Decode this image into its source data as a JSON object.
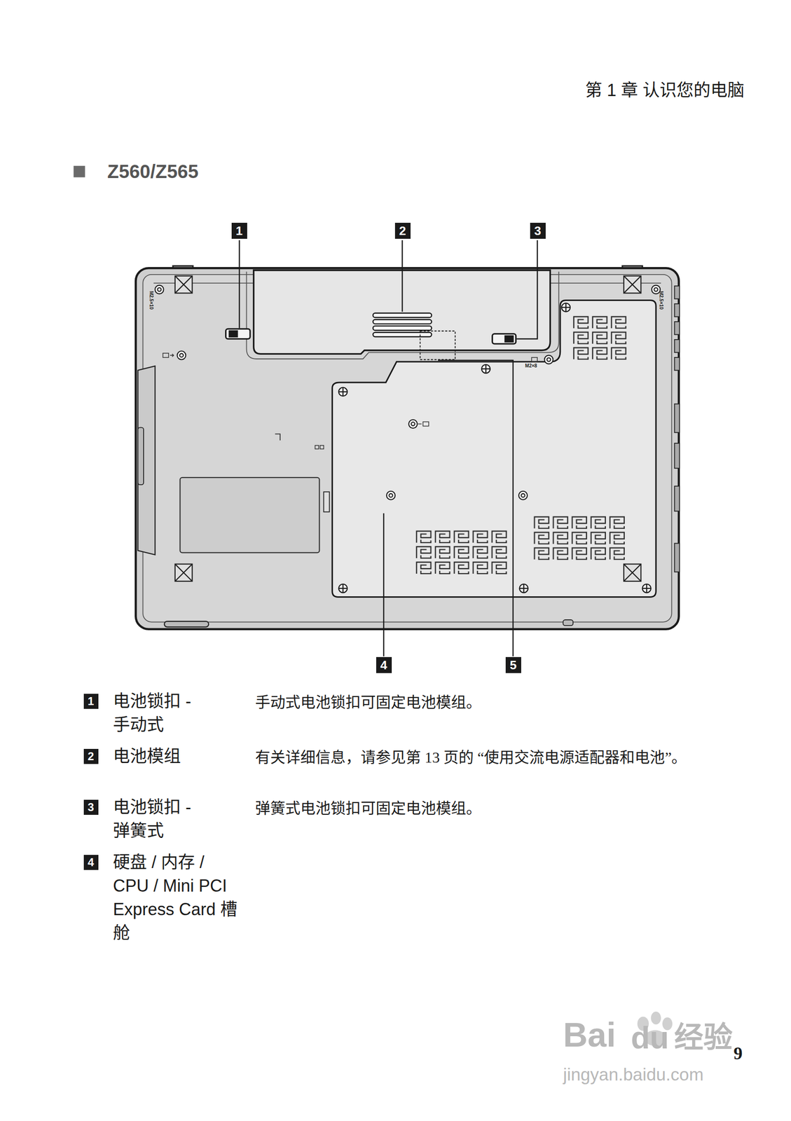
{
  "diagram": {
    "title": "Z560/Z565",
    "nodes": [
      {
        "text": [
          "1"
        ]
      },
      {
        "text": [
          "2"
        ]
      },
      {
        "text": [
          "3"
        ]
      },
      {
        "text": [
          "4"
        ]
      },
      {
        "text": [
          "5"
        ]
      },
      {
        "text": [
          "1"
        ]
      },
      {
        "text": [
          "2"
        ]
      },
      {
        "text": [
          "3"
        ]
      },
      {
        "text": [
          "4"
        ]
      }
    ],
    "labels": [
      "第 1 章 认识您的电脑",
      "M2.5×10",
      "M2×8",
      "M2.5×10",
      "电池锁扣 - 手动式",
      "手动式电池锁扣可固定电池模组。",
      "电池模组",
      "有关详细信息，请参见第 13 页的 “使用交流电源适配器和电池”。",
      "电池锁扣 - 弹簧式",
      "弹簧式电池锁扣可固定电池模组。",
      "硬盘 / 内存 / CPU / Mini PCI Express Card 槽舱",
      "Bai",
      "du",
      "经验",
      "jingyan.baidu.com",
      "9"
    ]
  }
}
